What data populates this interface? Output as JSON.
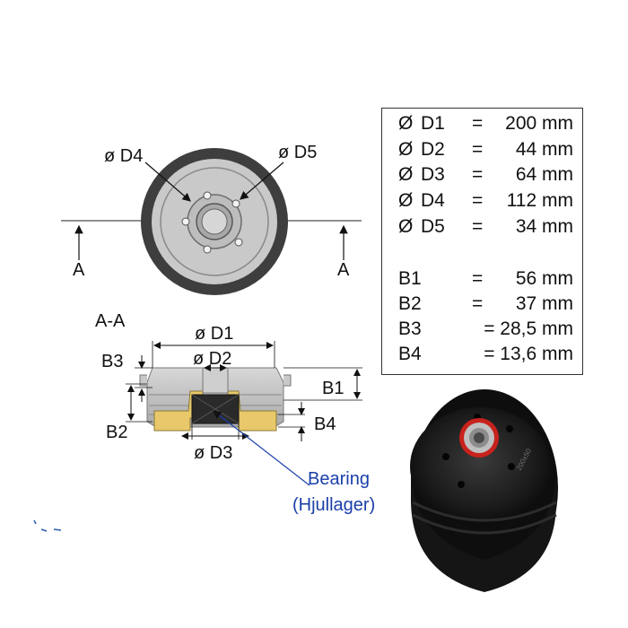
{
  "front_view": {
    "label_d4": "ø D4",
    "label_d5": "ø D5",
    "section_left": "A",
    "section_right": "A"
  },
  "section_view": {
    "title": "A-A",
    "label_d1": "ø D1",
    "label_d2": "ø D2",
    "label_d3": "ø D3",
    "label_b1": "B1",
    "label_b2": "B2",
    "label_b3": "B3",
    "label_b4": "B4",
    "bearing_label": "Bearing",
    "bearing_label_local": "(Hjullager)",
    "bearing_color": "#1a3faa",
    "housing_color": "#e8c86a"
  },
  "spec_table": {
    "diameters": [
      {
        "symbol": "Ø",
        "name": "D1",
        "eq": "=",
        "value": "200 mm"
      },
      {
        "symbol": "Ø",
        "name": "D2",
        "eq": "=",
        "value": "44 mm"
      },
      {
        "symbol": "Ø",
        "name": "D3",
        "eq": "=",
        "value": "64 mm"
      },
      {
        "symbol": "Ø",
        "name": "D4",
        "eq": "=",
        "value": "112 mm"
      },
      {
        "symbol": "Ø",
        "name": "D5",
        "eq": "=",
        "value": "34 mm"
      }
    ],
    "widths": [
      {
        "name": "B1",
        "eq": "=",
        "value": "56 mm"
      },
      {
        "name": "B2",
        "eq": "=",
        "value": "37 mm"
      },
      {
        "name": "B3",
        "eq": "=",
        "value": "= 28,5 mm"
      },
      {
        "name": "B4",
        "eq": "=",
        "value": "= 13,6 mm"
      }
    ]
  },
  "product_photo": {
    "rim_text": "200x50"
  }
}
